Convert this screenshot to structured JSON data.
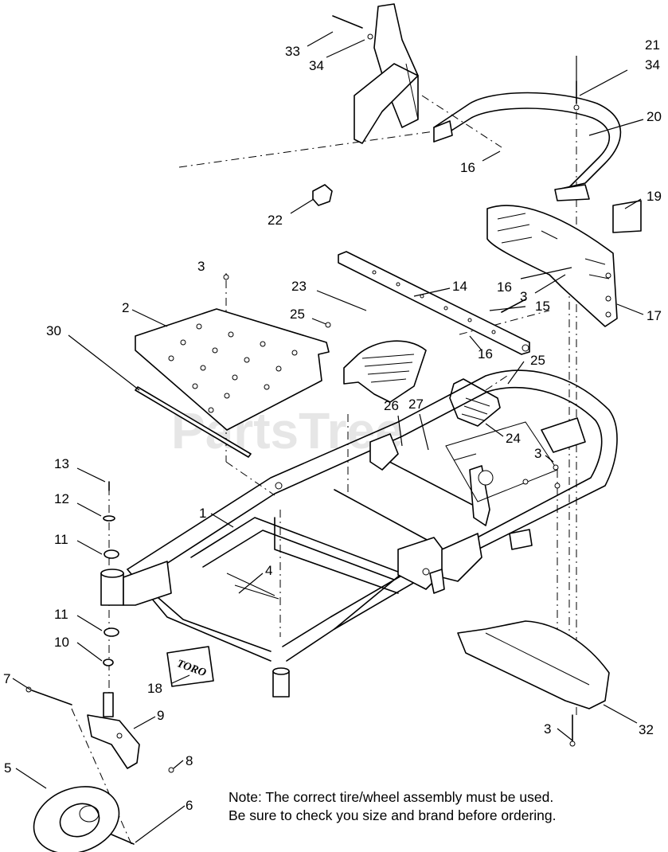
{
  "watermark": "PartsTree",
  "logo_text": "TORO",
  "note": {
    "line1": "Note: The correct tire/wheel assembly must be used.",
    "line2": "Be sure to check you size and brand before ordering."
  },
  "callouts": [
    {
      "id": "c33",
      "text": "33"
    },
    {
      "id": "c34a",
      "text": "34"
    },
    {
      "id": "c21",
      "text": "21"
    },
    {
      "id": "c34b",
      "text": "34"
    },
    {
      "id": "c20",
      "text": "20"
    },
    {
      "id": "c16a",
      "text": "16"
    },
    {
      "id": "c22",
      "text": "22"
    },
    {
      "id": "c19",
      "text": "19"
    },
    {
      "id": "c16b",
      "text": "16"
    },
    {
      "id": "c3a",
      "text": "3"
    },
    {
      "id": "c17",
      "text": "17"
    },
    {
      "id": "c3b",
      "text": "3"
    },
    {
      "id": "c14",
      "text": "14"
    },
    {
      "id": "c23",
      "text": "23"
    },
    {
      "id": "c15",
      "text": "15"
    },
    {
      "id": "c2",
      "text": "2"
    },
    {
      "id": "c25a",
      "text": "25"
    },
    {
      "id": "c30",
      "text": "30"
    },
    {
      "id": "c16c",
      "text": "16"
    },
    {
      "id": "c25b",
      "text": "25"
    },
    {
      "id": "c26",
      "text": "26"
    },
    {
      "id": "c27",
      "text": "27"
    },
    {
      "id": "c24",
      "text": "24"
    },
    {
      "id": "c13",
      "text": "13"
    },
    {
      "id": "c3c",
      "text": "3"
    },
    {
      "id": "c12",
      "text": "12"
    },
    {
      "id": "c1",
      "text": "1"
    },
    {
      "id": "c11a",
      "text": "11"
    },
    {
      "id": "c4",
      "text": "4"
    },
    {
      "id": "c11b",
      "text": "11"
    },
    {
      "id": "c10",
      "text": "10"
    },
    {
      "id": "c7",
      "text": "7"
    },
    {
      "id": "c18",
      "text": "18"
    },
    {
      "id": "c9",
      "text": "9"
    },
    {
      "id": "c3d",
      "text": "3"
    },
    {
      "id": "c32",
      "text": "32"
    },
    {
      "id": "c5",
      "text": "5"
    },
    {
      "id": "c8",
      "text": "8"
    },
    {
      "id": "c6",
      "text": "6"
    }
  ]
}
